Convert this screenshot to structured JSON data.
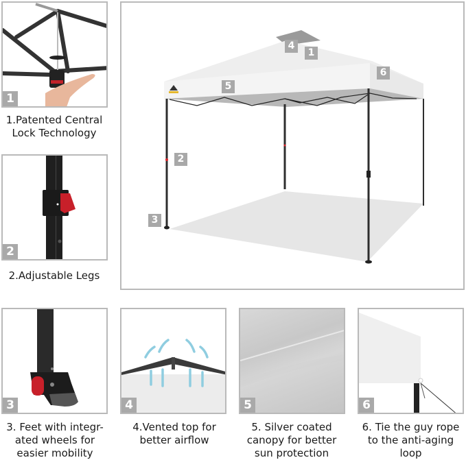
{
  "features": [
    {
      "number": "1",
      "caption_lines": [
        "1.Patented Central",
        "Lock Technology"
      ]
    },
    {
      "number": "2",
      "caption_lines": [
        "2.Adjustable Legs"
      ]
    },
    {
      "number": "3",
      "caption_lines": [
        "3. Feet with integr-",
        "ated wheels for",
        "easier mobility"
      ]
    },
    {
      "number": "4",
      "caption_lines": [
        "4.Vented top for",
        "better airflow"
      ]
    },
    {
      "number": "5",
      "caption_lines": [
        "5. Silver coated",
        "canopy for better",
        "sun protection"
      ]
    },
    {
      "number": "6",
      "caption_lines": [
        "6. Tie the guy rope",
        "to the anti-aging",
        "loop"
      ]
    }
  ],
  "main_image": {
    "callouts": [
      "4",
      "1",
      "6",
      "5",
      "2",
      "3"
    ]
  },
  "colors": {
    "badge": "#a9a9a9",
    "border": "#b9b9b9",
    "canopy": "#ececec",
    "frame": "#2e2e2e",
    "accent_red": "#d8232a",
    "airflow": "#8fcde0"
  }
}
